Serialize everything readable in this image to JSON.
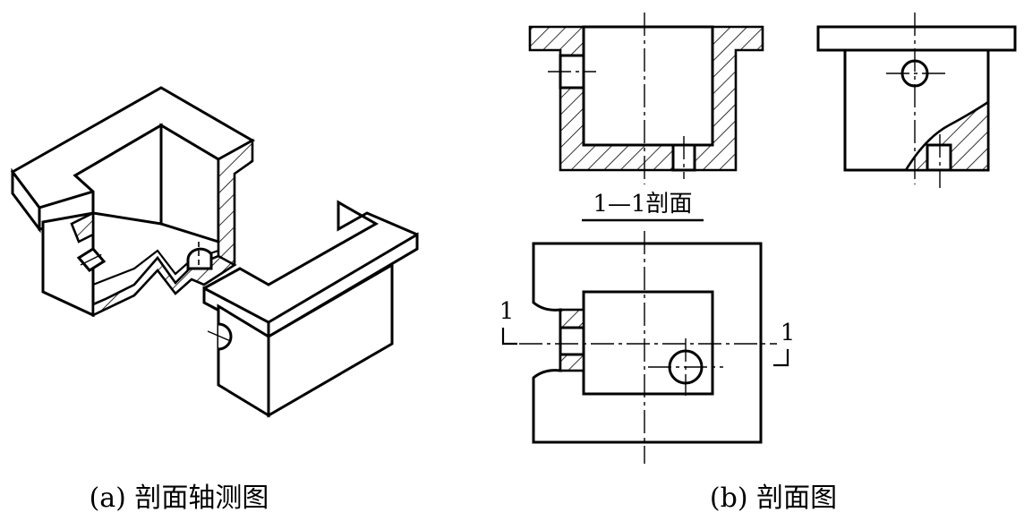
{
  "labels": {
    "section_name": "1—1剖面",
    "cut_mark_left": "1",
    "cut_mark_right": "1",
    "caption_a": "(a) 剖面轴测图",
    "caption_b": "(b) 剖面图"
  },
  "colors": {
    "line": "#000000",
    "background": "#ffffff"
  }
}
